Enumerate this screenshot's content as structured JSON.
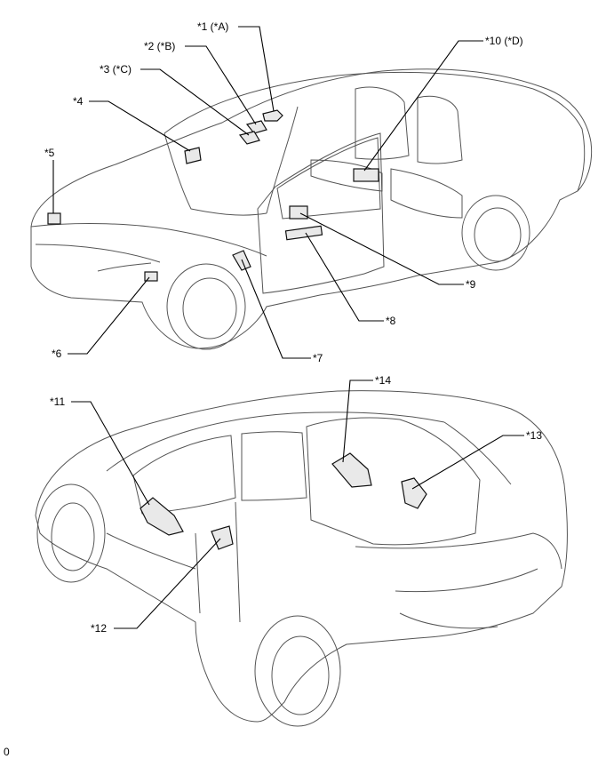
{
  "callouts": [
    {
      "id": "c1",
      "text": "*1 (*A)"
    },
    {
      "id": "c2",
      "text": "*2 (*B)"
    },
    {
      "id": "c3",
      "text": "*3 (*C)"
    },
    {
      "id": "c4",
      "text": "*4"
    },
    {
      "id": "c5",
      "text": "*5"
    },
    {
      "id": "c6",
      "text": "*6"
    },
    {
      "id": "c7",
      "text": "*7"
    },
    {
      "id": "c8",
      "text": "*8"
    },
    {
      "id": "c9",
      "text": "*9"
    },
    {
      "id": "c10",
      "text": "*10 (*D)"
    },
    {
      "id": "c11",
      "text": "*11"
    },
    {
      "id": "c12",
      "text": "*12"
    },
    {
      "id": "c13",
      "text": "*13"
    },
    {
      "id": "c14",
      "text": "*14"
    }
  ],
  "footer_code": "0"
}
